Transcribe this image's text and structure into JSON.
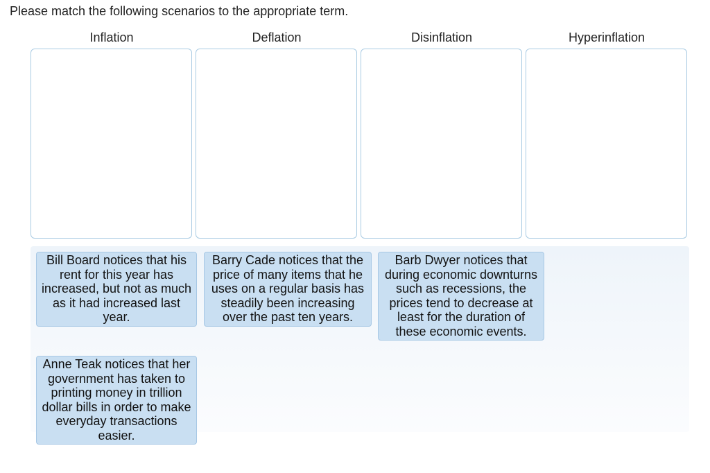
{
  "instructions": "Please match the following scenarios to the appropriate term.",
  "categories": [
    {
      "label": "Inflation"
    },
    {
      "label": "Deflation"
    },
    {
      "label": "Disinflation"
    },
    {
      "label": "Hyperinflation"
    }
  ],
  "scenarios": [
    {
      "text": "Bill Board notices that his rent for this year has increased, but not as much as it had increased last year."
    },
    {
      "text": "Barry Cade notices that the price of many items that he uses on a regular basis has steadily been increasing over the past ten years."
    },
    {
      "text": "Barb Dwyer notices that during economic downturns such as recessions, the prices tend to decrease at least for the duration of these economic events."
    },
    {
      "text": "Anne Teak notices that her government has taken to printing money in trillion dollar bills in order to make everyday transactions easier."
    }
  ],
  "colors": {
    "drop_zone_border": "#a9cbe3",
    "card_background": "#c9dff2",
    "card_border": "#a7c8e5",
    "bank_background": "#eef4fa"
  }
}
